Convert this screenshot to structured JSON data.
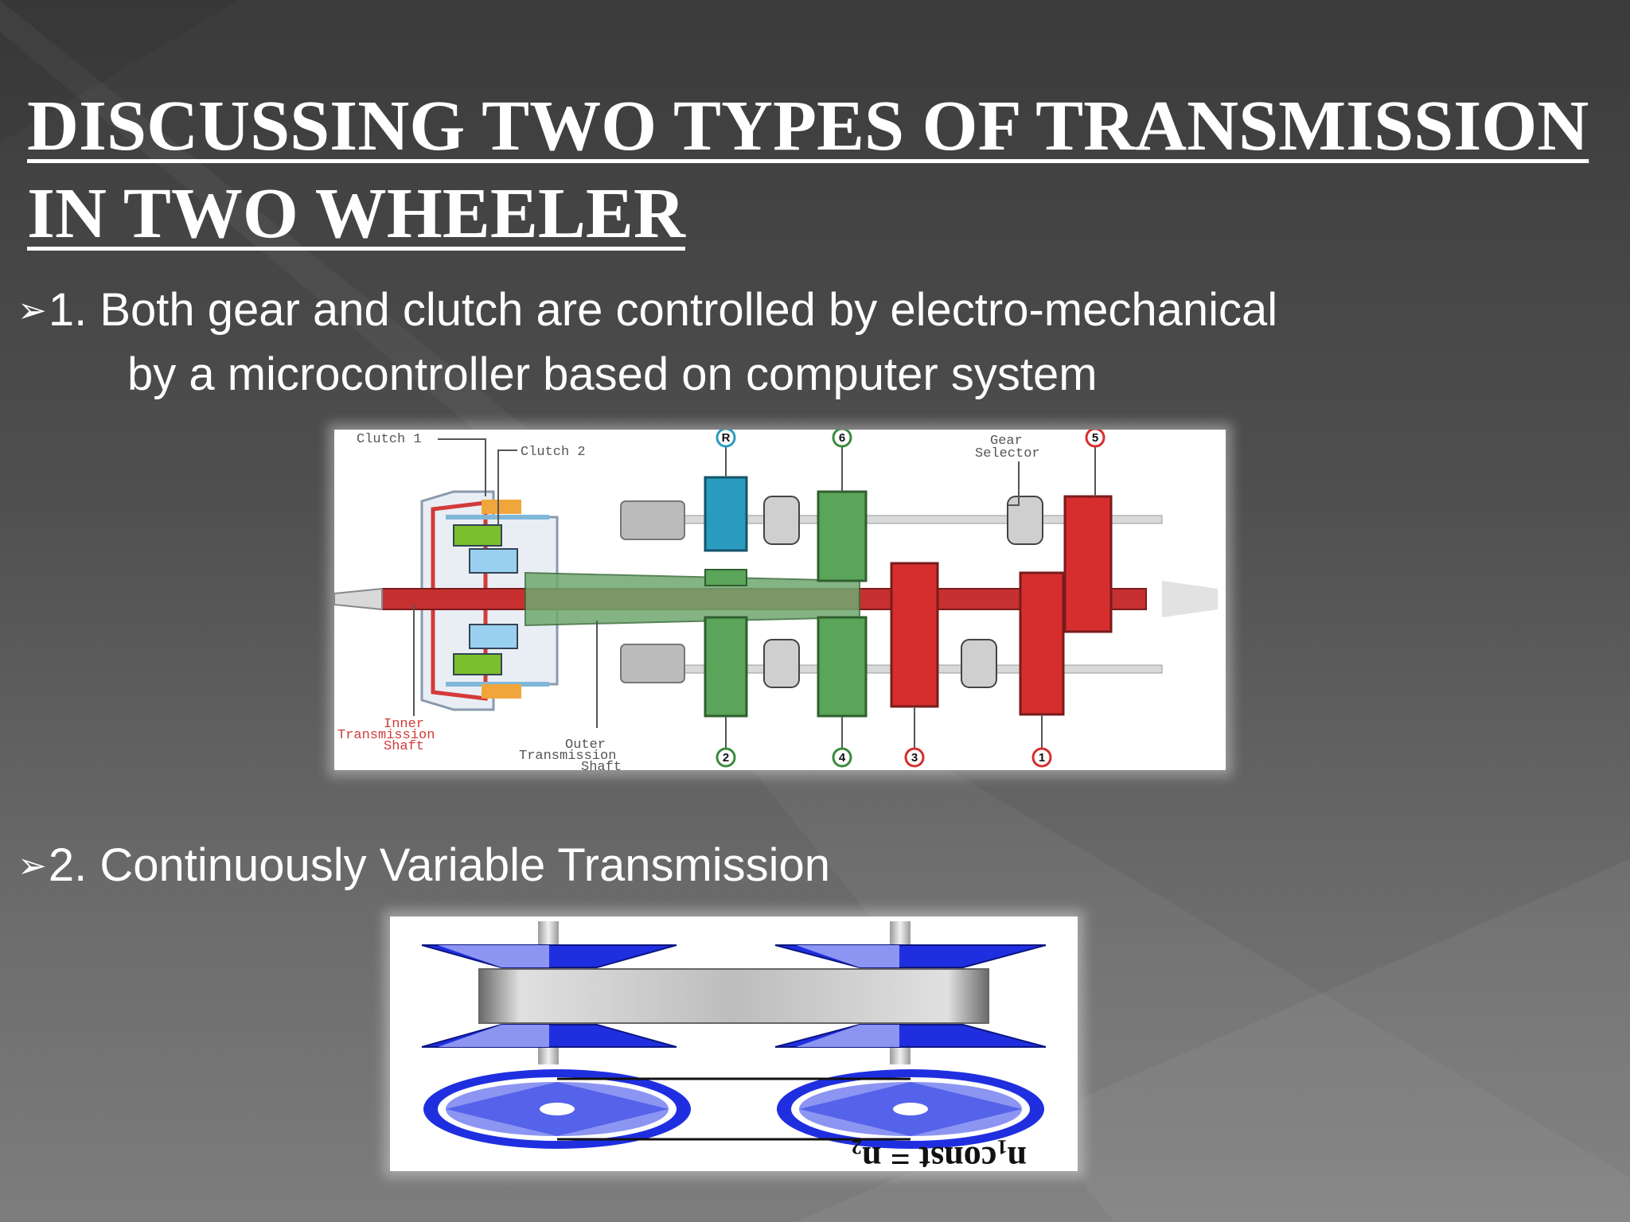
{
  "slide": {
    "title": "DISCUSSING TWO TYPES OF TRANSMISSION IN TWO WHEELER",
    "bullet_marker": "➢",
    "bullets": [
      {
        "line1": "1. Both gear and clutch are controlled by electro-mechanical",
        "line2": "by a microcontroller based on computer system"
      },
      {
        "line1": "2. Continuously Variable Transmission"
      }
    ]
  },
  "figure1": {
    "labels": {
      "clutch1": "Clutch 1",
      "clutch2": "Clutch 2",
      "gear_selector_1": "Gear",
      "gear_selector_2": "Selector",
      "inner_1": "Inner",
      "inner_2": "Transmission",
      "inner_3": "Shaft",
      "outer_1": "Outer",
      "outer_2": "Transmission",
      "outer_3": "Shaft"
    },
    "gear_markers": {
      "r": "R",
      "six": "6",
      "five": "5",
      "two": "2",
      "four": "4",
      "three": "3",
      "one": "1"
    },
    "colors": {
      "blue_gear": "#2a9bbf",
      "green_gear": "#5aa55a",
      "red_gear": "#d62e2e"
    }
  },
  "figure2": {
    "formula": "n₁const = n₂",
    "colors": {
      "pulley": "#1f2fe0",
      "pulley_light": "#8c95f2"
    }
  }
}
